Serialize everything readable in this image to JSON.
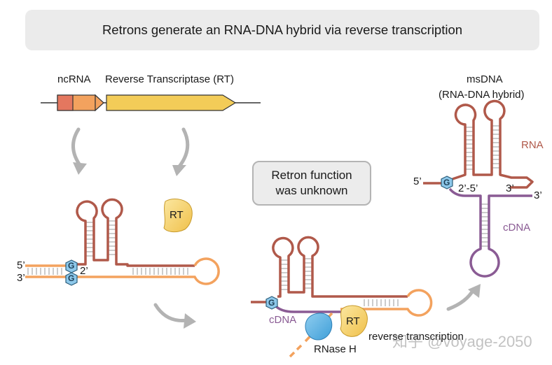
{
  "title": "Retrons generate an RNA-DNA hybrid via reverse transcription",
  "operon": {
    "ncrna_label": "ncRNA",
    "rt_gene_label": "Reverse Transcriptase (RT)"
  },
  "callout": {
    "line1": "Retron function",
    "line2": "was unknown"
  },
  "left_panel": {
    "five_prime": "5’",
    "three_prime": "3’",
    "two_prime": "2’",
    "g_top": "G",
    "g_bottom": "G",
    "rt_protein": "RT"
  },
  "middle_panel": {
    "g_label": "G",
    "cdna_label": "cDNA",
    "rt_protein": "RT",
    "rnase_label": "RNase H",
    "reverse_transcription_label": "reverse transcription"
  },
  "right_panel": {
    "title_line1": "msDNA",
    "title_line2": "(RNA-DNA  hybrid)",
    "rna_label": "RNA",
    "cdna_label": "cDNA",
    "five_prime": "5’",
    "g_label": "G",
    "linkage_label": "2’-5’",
    "three_prime_inner": "3’",
    "three_prime_outer": "3’"
  },
  "watermark": "知乎 @voyage-2050",
  "colors": {
    "rna_brown": "#b0594a",
    "cdna_purple": "#8a5b94",
    "ncrna_orange": "#f3a25e",
    "rt_yellow": "#f3cc58",
    "g_blue": "#8dc8ea",
    "rnase_blue": "#5aaee0",
    "arrow_gray": "#b3b3b3"
  }
}
